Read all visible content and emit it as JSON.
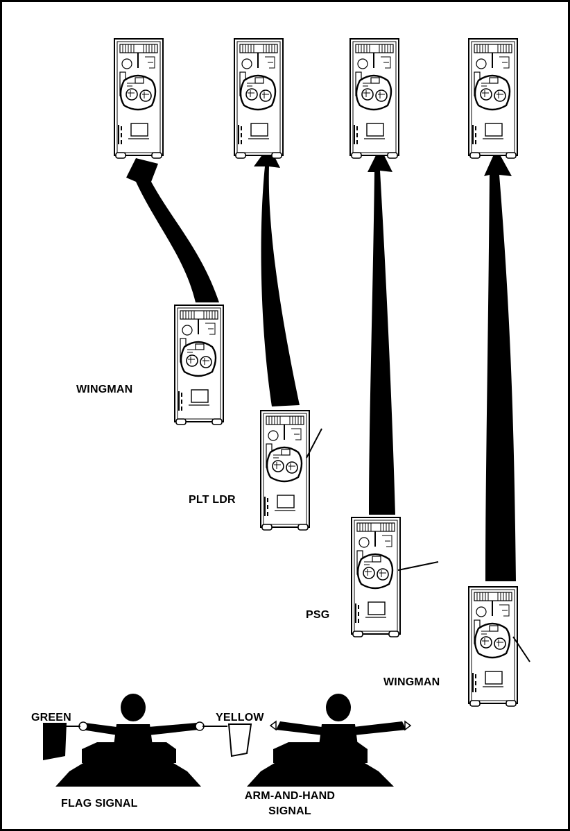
{
  "labels": {
    "wingman_left": "WINGMAN",
    "plt_ldr": "PLT LDR",
    "psg": "PSG",
    "wingman_right": "WINGMAN",
    "green": "GREEN",
    "yellow": "YELLOW",
    "flag_signal": "FLAG SIGNAL",
    "arm_hand_line1": "ARM-AND-HAND",
    "arm_hand_line2": "SIGNAL"
  },
  "colors": {
    "ink": "#000000",
    "paper": "#ffffff"
  }
}
